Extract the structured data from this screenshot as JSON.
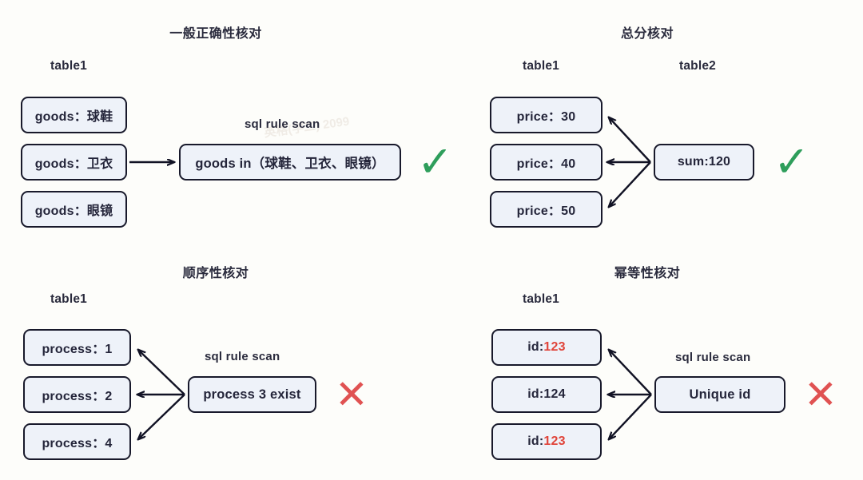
{
  "page": {
    "background_color": "#fdfdfa",
    "box_fill_color": "#eef2f9",
    "box_border_color": "#18192b",
    "check_color": "#2e9e5b",
    "cross_color": "#e05252",
    "highlight_text_color": "#e0443a"
  },
  "quadrants": [
    {
      "id": "general-correctness",
      "title": "一般正确性核对",
      "table_labels": [
        "table1"
      ],
      "rows": [
        "goods：球鞋",
        "goods：卫衣",
        "goods：眼镜"
      ],
      "scan_label": "sql rule scan",
      "rule_text": "goods in（球鞋、卫衣、眼镜）",
      "verdict": "check",
      "verdict_glyph": "✓"
    },
    {
      "id": "total-sum-check",
      "title": "总分核对",
      "table_labels": [
        "table1",
        "table2"
      ],
      "rows": [
        "price：30",
        "price：40",
        "price：50"
      ],
      "scan_label": "",
      "rule_text": "sum:120",
      "verdict": "check",
      "verdict_glyph": "✓"
    },
    {
      "id": "sequence-check",
      "title": "顺序性核对",
      "table_labels": [
        "table1"
      ],
      "rows": [
        "process：1",
        "process：2",
        "process：4"
      ],
      "scan_label": "sql rule scan",
      "rule_text": "process 3  exist",
      "verdict": "cross",
      "verdict_glyph": "✕"
    },
    {
      "id": "idempotency-check",
      "title": "幂等性核对",
      "table_labels": [
        "table1"
      ],
      "rows_rich": [
        {
          "prefix": "id:",
          "value": "123",
          "highlight": true
        },
        {
          "prefix": "id:",
          "value": "124",
          "highlight": false
        },
        {
          "prefix": "id:",
          "value": "123",
          "highlight": true
        }
      ],
      "scan_label": "sql rule scan",
      "rule_text": "Unique id",
      "verdict": "cross",
      "verdict_glyph": "✕"
    }
  ]
}
